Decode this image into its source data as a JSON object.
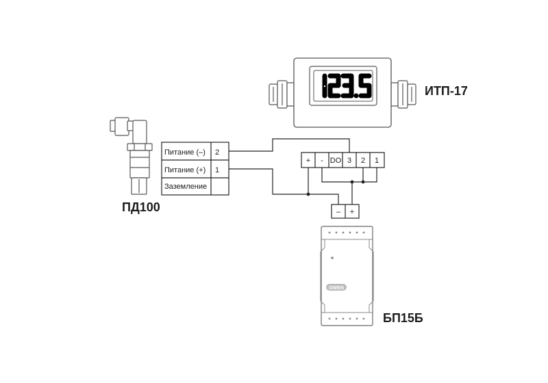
{
  "devices": {
    "indicator": {
      "name": "ИТП-17",
      "display_value": "123.5"
    },
    "sensor": {
      "name": "ПД100"
    },
    "power_supply": {
      "name": "БП15Б",
      "brand": "OWEN"
    }
  },
  "sensor_terminals": [
    {
      "label": "Питание (–)",
      "number": "2"
    },
    {
      "label": "Питание (+)",
      "number": "1"
    },
    {
      "label": "Заземление",
      "number": ""
    }
  ],
  "indicator_terminals": [
    "+",
    "-",
    "DO",
    "3",
    "2",
    "1"
  ],
  "psu_terminals": [
    "–",
    "+"
  ]
}
